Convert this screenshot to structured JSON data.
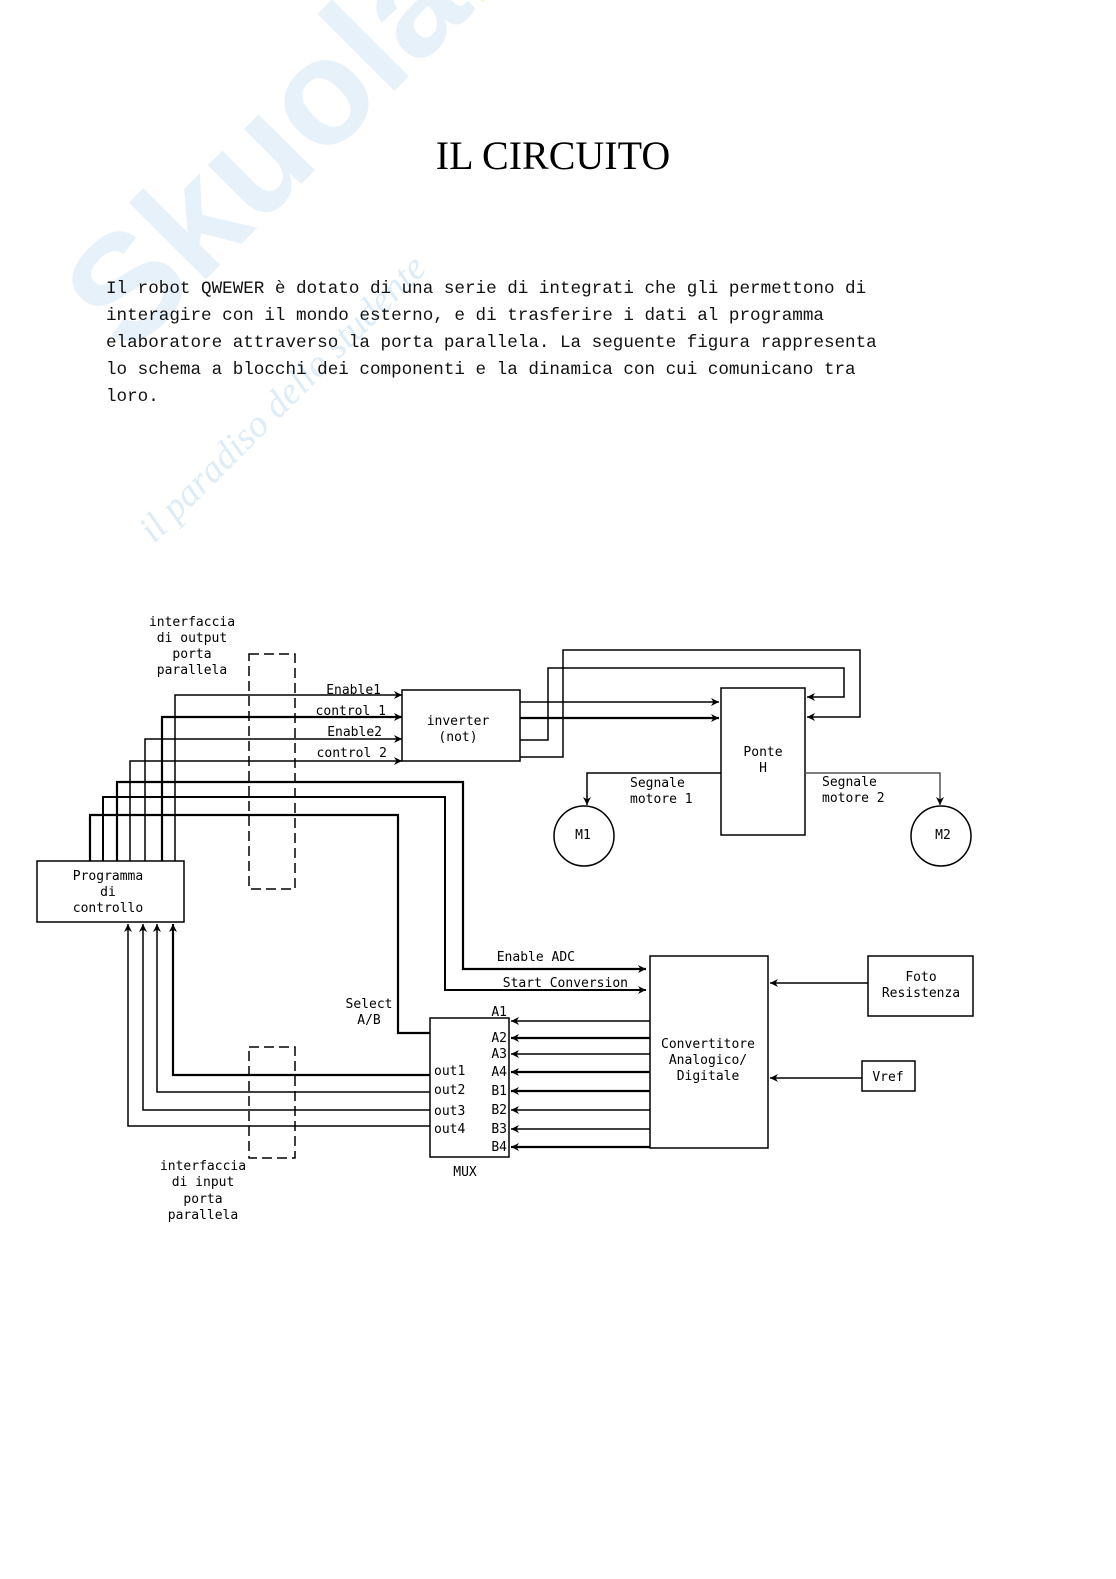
{
  "watermark": {
    "brand": "Skuola",
    "tld": ".net",
    "tagline": "il paradiso dello studente"
  },
  "title": "IL CIRCUITO",
  "paragraph_lines": [
    "Il robot QWEWER è dotato di una serie di integrati che gli permettono di",
    "interagire con il mondo esterno, e di trasferire i dati al programma",
    "elaboratore attraverso la porta parallela. La seguente figura rappresenta",
    "lo schema a blocchi dei componenti e la dinamica con cui comunicano tra",
    "loro."
  ],
  "diagram": {
    "output_interface": [
      "interfaccia",
      "di output",
      "porta",
      "parallela"
    ],
    "input_interface": [
      "interfaccia",
      "di input",
      "porta",
      "parallela"
    ],
    "control_program": [
      "Programma",
      "di",
      "controllo"
    ],
    "inverter": [
      "inverter",
      "(not)"
    ],
    "signals_in": [
      "Enable1",
      "control 1",
      "Enable2",
      "control 2"
    ],
    "hbridge": [
      "Ponte",
      "H"
    ],
    "motor_signal_1": [
      "Segnale",
      "motore 1"
    ],
    "motor_signal_2": [
      "Segnale",
      "motore 2"
    ],
    "motors": [
      "M1",
      "M2"
    ],
    "enable_adc": "Enable ADC",
    "start_conversion": "Start Conversion",
    "select": [
      "Select",
      "A/B"
    ],
    "adc": [
      "Convertitore",
      "Analogico/",
      "Digitale"
    ],
    "photoresistor": [
      "Foto",
      "Resistenza"
    ],
    "vref": "Vref",
    "mux": "MUX",
    "mux_inputs": [
      "A1",
      "A2",
      "A3",
      "A4",
      "B1",
      "B2",
      "B3",
      "B4"
    ],
    "mux_outputs": [
      "out1",
      "out2",
      "out3",
      "out4"
    ]
  }
}
